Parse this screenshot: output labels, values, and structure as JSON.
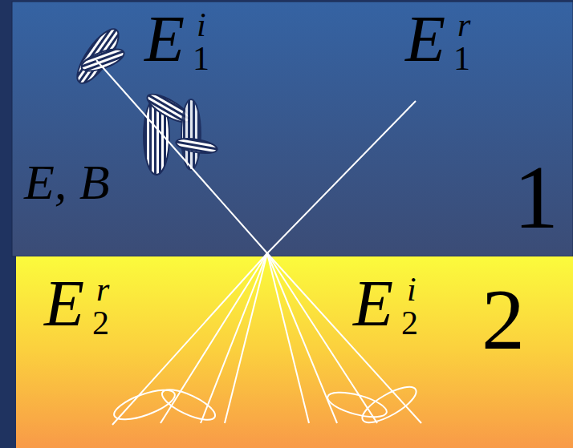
{
  "diagram": {
    "labels": [
      "E",
      "i",
      "1",
      "E",
      "r",
      "1",
      "E, B",
      "1",
      "E",
      "r",
      "2",
      "E",
      "i",
      "2",
      "2"
    ]
  }
}
